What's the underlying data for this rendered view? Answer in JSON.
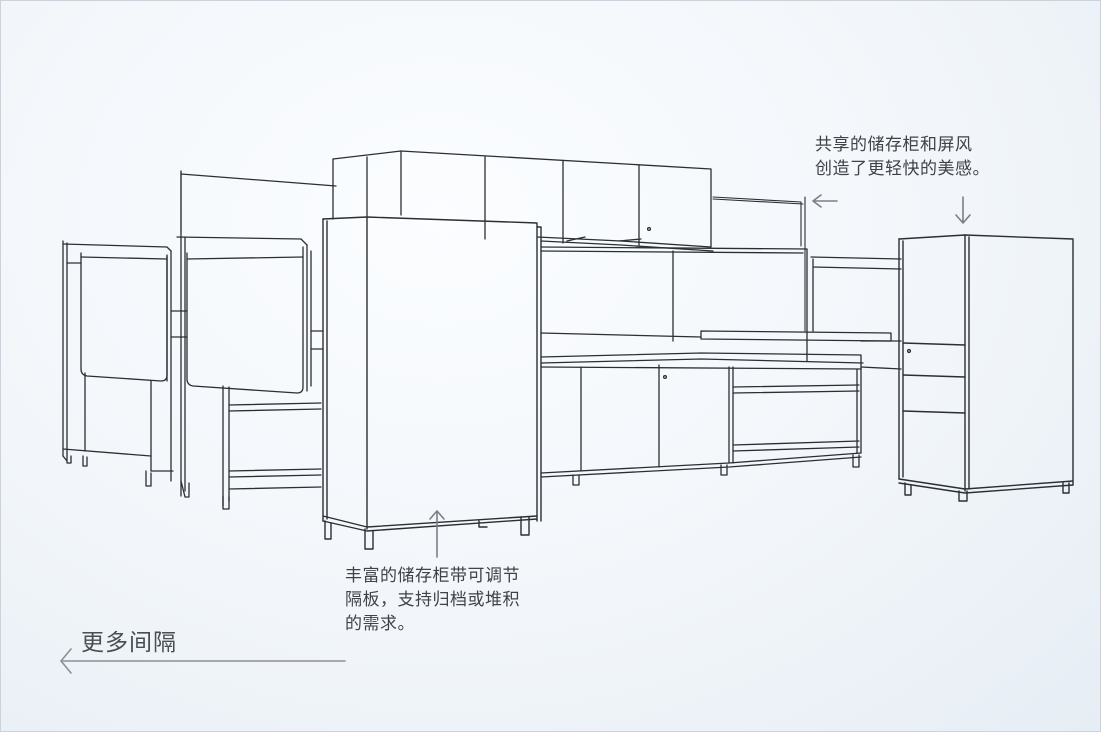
{
  "annotations": {
    "shared_storage": {
      "line1": "共享的储存柜和屏风",
      "line2": "创造了更轻快的美感。"
    },
    "rich_storage": {
      "line1": "丰富的储存柜带可调节",
      "line2": "隔板，支持归档或堆积",
      "line3": "的需求。"
    }
  },
  "nav": {
    "more_spacing_label": "更多间隔"
  },
  "colors": {
    "background": "#f2f6fa",
    "sketch_line": "#2b2e33",
    "text": "#3f4348"
  }
}
